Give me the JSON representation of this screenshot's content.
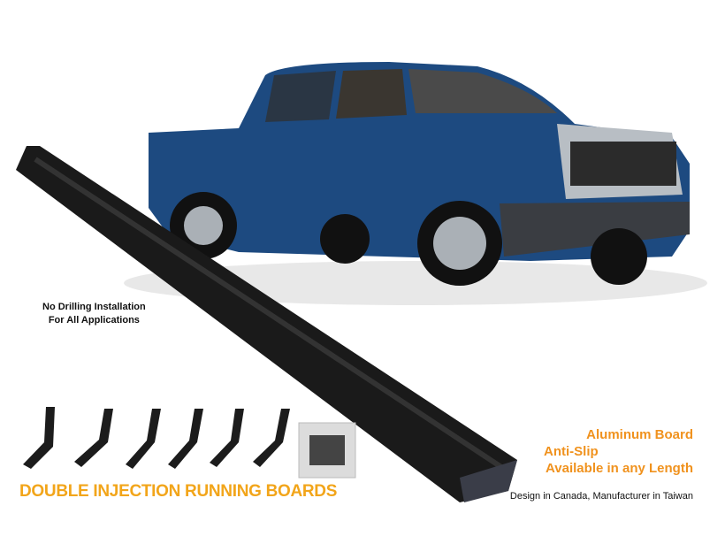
{
  "product": {
    "title": "DOUBLE INJECTION RUNNING BOARDS",
    "install_note": [
      "No Drilling Installation",
      "For All Applications"
    ],
    "features": [
      "Aluminum Board",
      "Anti-Slip",
      "Available in any Length"
    ],
    "origin": "Design in Canada, Manufacturer in Taiwan"
  },
  "colors": {
    "accent": "#f2a51a",
    "truck": "#1d4a80",
    "board": "#1a1a1a"
  },
  "images": {
    "truck": "pickup-truck-photo",
    "board": "running-board-photo",
    "brackets": "mounting-brackets",
    "hardware": "hardware-bag"
  }
}
